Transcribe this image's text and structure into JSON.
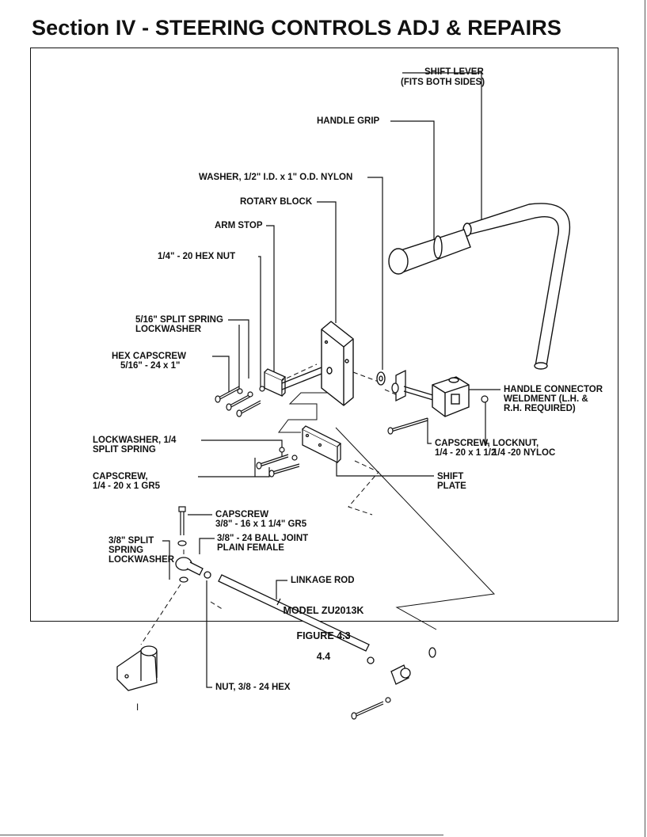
{
  "page": {
    "section_title": "Section IV - STEERING CONTROLS ADJ & REPAIRS",
    "model": "MODEL ZU2013K",
    "figure": "FIGURE 4.3",
    "page_number": "4.4"
  },
  "labels": {
    "shift_lever_1": "SHIFT LEVER",
    "shift_lever_2": "(FITS BOTH SIDES)",
    "handle_grip": "HANDLE GRIP",
    "washer": "WASHER, 1/2\" I.D. x 1\" O.D. NYLON",
    "rotary_block": "ROTARY BLOCK",
    "arm_stop": "ARM STOP",
    "hex_nut": "1/4\" - 20 HEX NUT",
    "split_lock_1": "5/16\" SPLIT SPRING",
    "split_lock_2": "LOCKWASHER",
    "hex_capscrew_1": "HEX CAPSCREW",
    "hex_capscrew_2": "5/16\" - 24 x 1\"",
    "handle_conn_1": "HANDLE CONNECTOR",
    "handle_conn_2": "WELDMENT (L.H. &",
    "handle_conn_3": "R.H. REQUIRED)",
    "lockwasher_14_1": "LOCKWASHER, 1/4",
    "lockwasher_14_2": "SPLIT SPRING",
    "locknut_1": "LOCKNUT,",
    "locknut_2": "1/4 -20 NYLOC",
    "capscrew_112_1": "CAPSCREW,",
    "capscrew_112_2": "1/4 - 20 x 1 1/2",
    "capscrew_1_1": "CAPSCREW,",
    "capscrew_1_2": "1/4 - 20 x 1 GR5",
    "shift_plate_1": "SHIFT",
    "shift_plate_2": "PLATE",
    "capscrew_38_1": "CAPSCREW",
    "capscrew_38_2": "3/8\" - 16 x 1 1/4\" GR5",
    "ball_joint_1": "3/8\" - 24 BALL JOINT",
    "ball_joint_2": "PLAIN FEMALE",
    "split_38_1": "3/8\" SPLIT",
    "split_38_2": "SPRING",
    "split_38_3": "LOCKWASHER",
    "linkage_rod": "LINKAGE ROD",
    "nut_38": "NUT, 3/8 - 24 HEX",
    "pivot_mark": "I"
  }
}
